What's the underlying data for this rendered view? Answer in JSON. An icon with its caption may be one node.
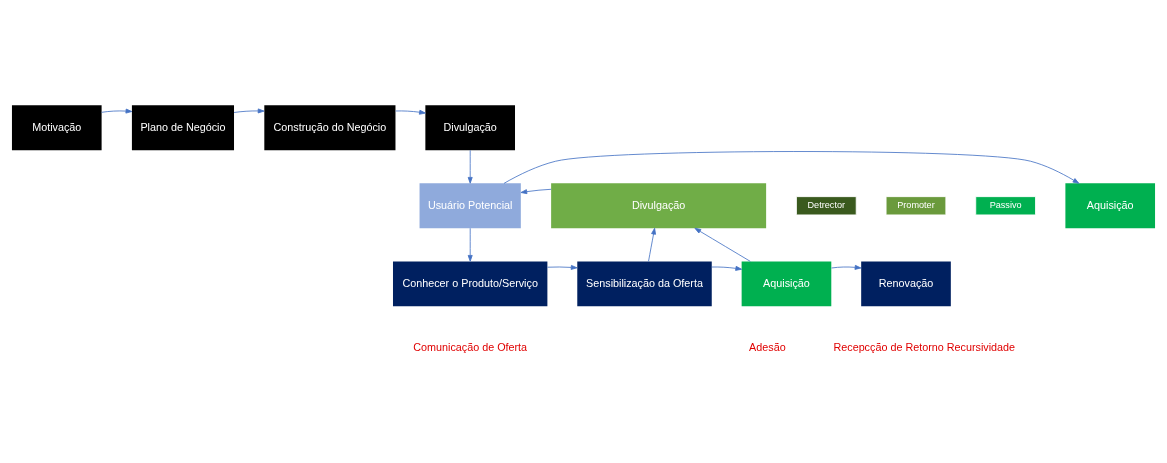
{
  "diagram": {
    "nodes": [
      {
        "text": [
          "Motivação"
        ]
      },
      {
        "text": [
          "Plano de Negócio"
        ]
      },
      {
        "text": [
          "Construção do Negócio"
        ]
      },
      {
        "text": [
          "Divulgação"
        ]
      },
      {
        "text": [
          "Aquisição"
        ]
      },
      {
        "text": [
          "Usuário Potencial"
        ]
      },
      {
        "text": [
          "Divulgação"
        ]
      },
      {
        "text": [
          "Conhecer o Produto/Serviço"
        ]
      },
      {
        "text": [
          "Sensibilização da Oferta"
        ]
      },
      {
        "text": [
          "Aquisição"
        ]
      },
      {
        "text": [
          "Renovação"
        ]
      }
    ],
    "edges": [
      {
        "from": 0,
        "to": 1,
        "arrow": "to"
      },
      {
        "from": 1,
        "to": 2,
        "arrow": "to"
      },
      {
        "from": 2,
        "to": 3,
        "arrow": "to"
      },
      {
        "from": 3,
        "to": 5,
        "arrow": "to"
      },
      {
        "from": 5,
        "to": 4,
        "arrow": "to"
      },
      {
        "from": 6,
        "to": 5,
        "arrow": "to"
      },
      {
        "from": 5,
        "to": 7,
        "arrow": "to"
      },
      {
        "from": 7,
        "to": 8,
        "arrow": "to"
      },
      {
        "from": 8,
        "to": 9,
        "arrow": "to"
      },
      {
        "from": 9,
        "to": 10,
        "arrow": "to"
      },
      {
        "from": 8,
        "to": 6,
        "arrow": "to"
      },
      {
        "from": 9,
        "to": 6,
        "arrow": "to"
      }
    ],
    "labels": [
      "Comunicação de Oferta",
      "Adesão",
      "Recepcção de Retorno Recursividade"
    ],
    "legend": [
      {
        "text": "Detrector",
        "color": "#3a5a1e"
      },
      {
        "text": "Promoter",
        "color": "#6a9a3c"
      },
      {
        "text": "Passivo",
        "color": "#00b050"
      }
    ]
  }
}
